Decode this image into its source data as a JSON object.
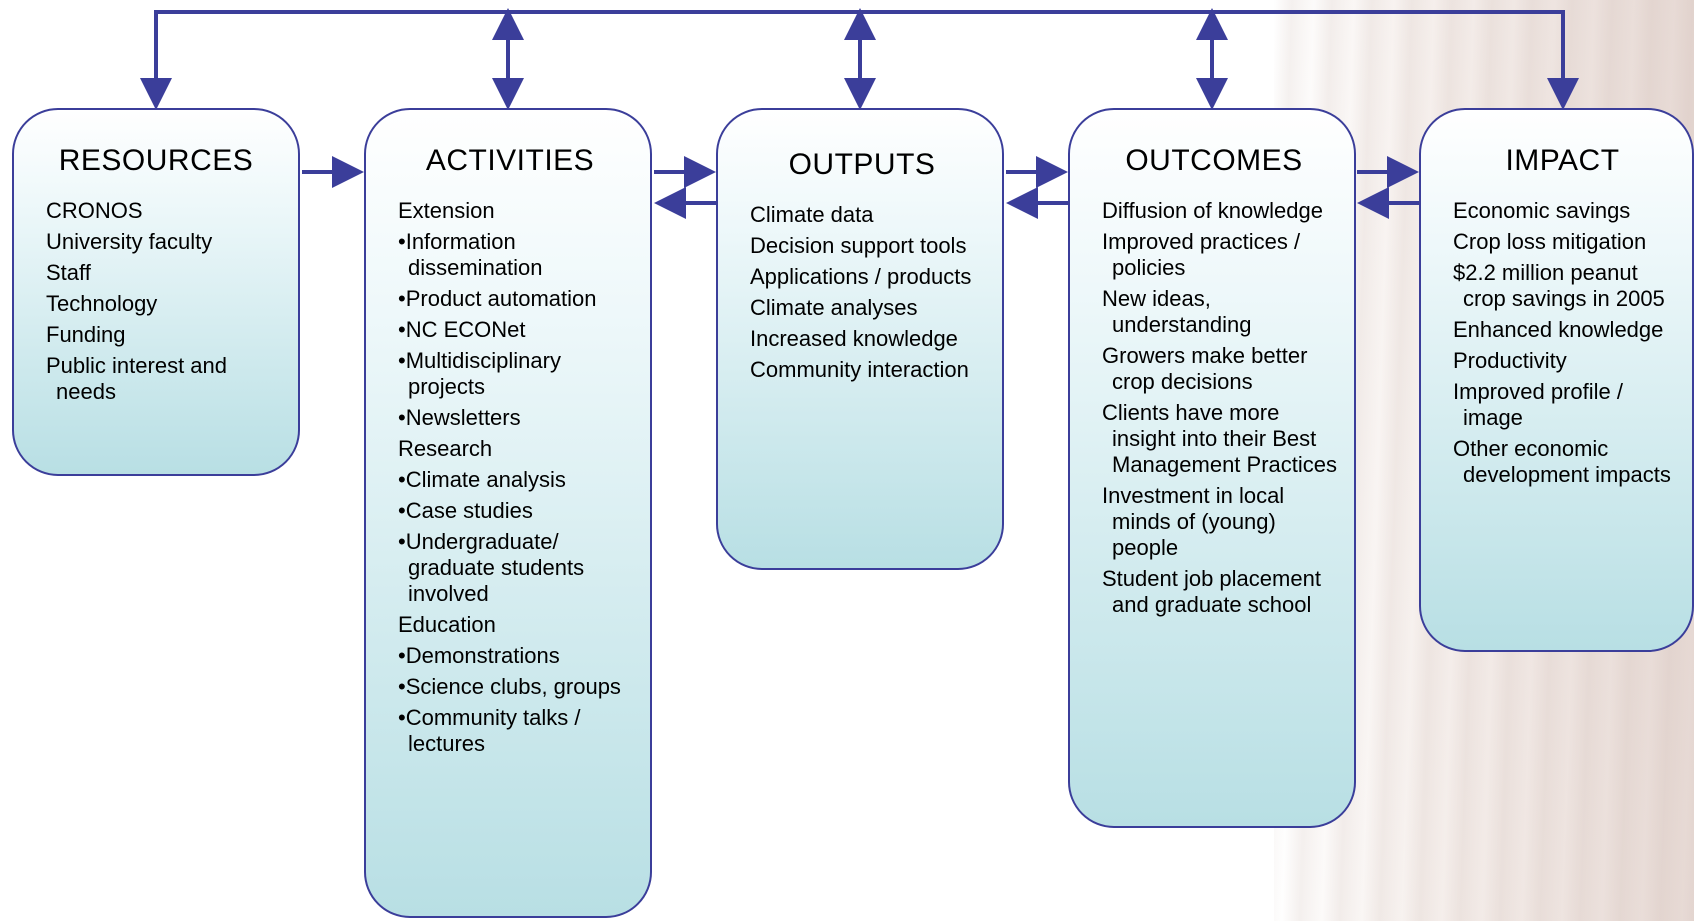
{
  "colors": {
    "arrow": "#3b3e9a",
    "box_border": "#3b3e9a",
    "box_fill_bottom": "#b8dfe4"
  },
  "boxes": [
    {
      "title": "RESOURCES",
      "items": [
        {
          "text": "CRONOS",
          "bullet": false
        },
        {
          "text": "University faculty",
          "bullet": false
        },
        {
          "text": "Staff",
          "bullet": false
        },
        {
          "text": "Technology",
          "bullet": false
        },
        {
          "text": "Funding",
          "bullet": false
        },
        {
          "text": "Public interest and needs",
          "bullet": false
        }
      ]
    },
    {
      "title": "ACTIVITIES",
      "items": [
        {
          "text": "Extension",
          "bullet": false
        },
        {
          "text": "Information dissemination",
          "bullet": true
        },
        {
          "text": "Product automation",
          "bullet": true
        },
        {
          "text": "NC ECONet",
          "bullet": true
        },
        {
          "text": "Multidisciplinary projects",
          "bullet": true
        },
        {
          "text": "Newsletters",
          "bullet": true
        },
        {
          "text": "Research",
          "bullet": false
        },
        {
          "text": "Climate analysis",
          "bullet": true
        },
        {
          "text": "Case studies",
          "bullet": true
        },
        {
          "text": "Undergraduate/ graduate students involved",
          "bullet": true
        },
        {
          "text": "Education",
          "bullet": false
        },
        {
          "text": "Demonstrations",
          "bullet": true
        },
        {
          "text": "Science clubs, groups",
          "bullet": true
        },
        {
          "text": "Community talks / lectures",
          "bullet": true
        }
      ]
    },
    {
      "title": "OUTPUTS",
      "items": [
        {
          "text": "Climate data",
          "bullet": false
        },
        {
          "text": "Decision support tools",
          "bullet": false
        },
        {
          "text": "Applications / products",
          "bullet": false
        },
        {
          "text": "Climate analyses",
          "bullet": false
        },
        {
          "text": "Increased knowledge",
          "bullet": false
        },
        {
          "text": "Community interaction",
          "bullet": false
        }
      ]
    },
    {
      "title": "OUTCOMES",
      "items": [
        {
          "text": "Diffusion of knowledge",
          "bullet": false
        },
        {
          "text": "Improved practices / policies",
          "bullet": false
        },
        {
          "text": "New ideas, understanding",
          "bullet": false
        },
        {
          "text": "Growers make better crop decisions",
          "bullet": false
        },
        {
          "text": "Clients have more insight into their Best Management Practices",
          "bullet": false
        },
        {
          "text": "Investment in local minds of (young) people",
          "bullet": false
        },
        {
          "text": "Student job placement and graduate school",
          "bullet": false
        }
      ]
    },
    {
      "title": "IMPACT",
      "items": [
        {
          "text": "Economic savings",
          "bullet": false
        },
        {
          "text": "Crop loss mitigation",
          "bullet": false
        },
        {
          "text": "$2.2 million peanut crop savings in 2005",
          "bullet": false
        },
        {
          "text": "Enhanced knowledge",
          "bullet": false
        },
        {
          "text": "Productivity",
          "bullet": false
        },
        {
          "text": "Improved profile / image",
          "bullet": false
        },
        {
          "text": "Other economic development impacts",
          "bullet": false
        }
      ]
    }
  ]
}
